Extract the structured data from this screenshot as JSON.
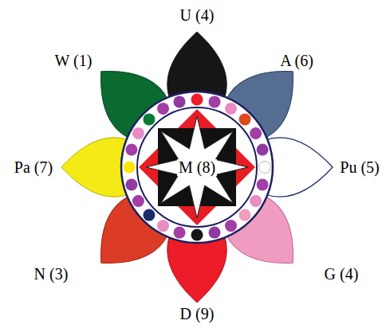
{
  "diagram": {
    "nodes": [
      {
        "text": [
          "M (8)"
        ]
      }
    ],
    "labels": [
      "U (4)",
      "A (6)",
      "Pu (5)",
      "G (4)",
      "D (9)",
      "N (3)",
      "Pa (7)",
      "W (1)"
    ]
  }
}
